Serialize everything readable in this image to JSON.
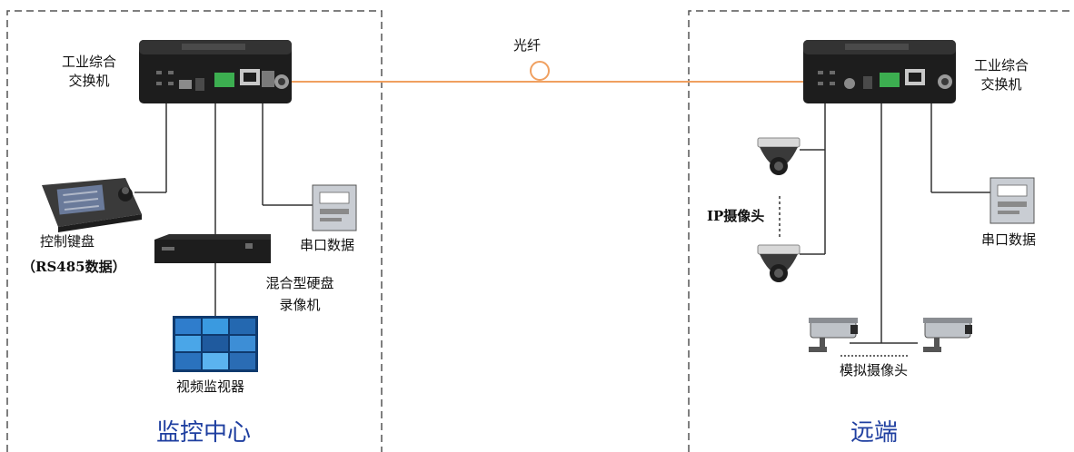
{
  "left_zone": {
    "title": "监控中心",
    "switch_label": "工业综合交换机",
    "keyboard_label": "控制键盘",
    "keyboard_sub": "（RS485数据）",
    "serial_label": "串口数据",
    "dvr_label_line1": "混合型硬盘",
    "dvr_label_line2": "录像机",
    "monitor_label": "视频监视器"
  },
  "link": {
    "label": "光纤"
  },
  "right_zone": {
    "title": "远端",
    "switch_label": "工业综合交换机",
    "ip_camera_label": "IP摄像头",
    "analog_camera_label": "模拟摄像头",
    "serial_label": "串口数据"
  },
  "colors": {
    "fiber": "#f0a060",
    "title": "#1f3fa0",
    "zone_border": "#555555",
    "device_body": "#1d1d1d",
    "line": "#333333"
  }
}
